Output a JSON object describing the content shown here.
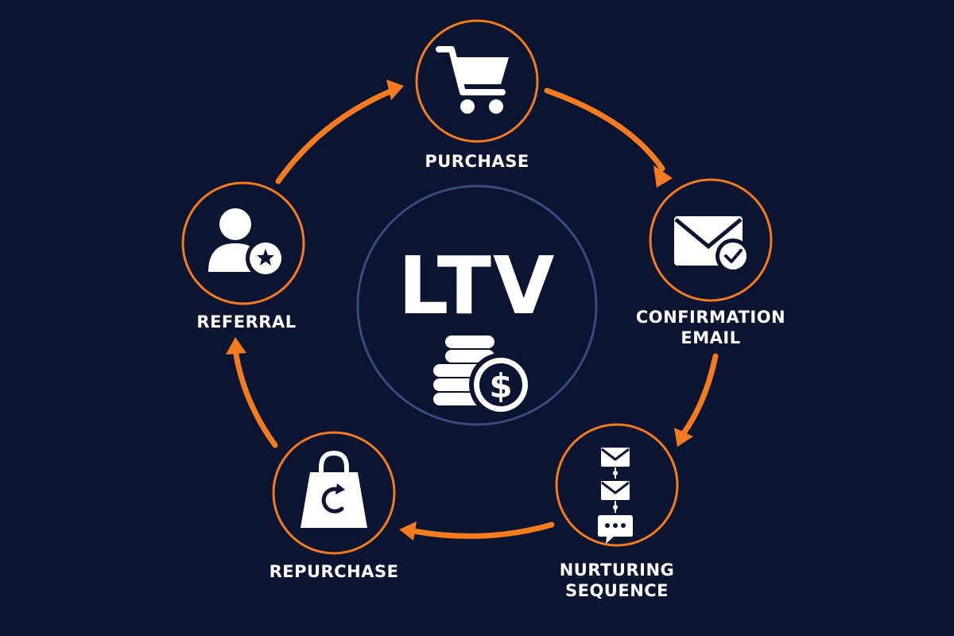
{
  "center": {
    "title": "LTV",
    "icon": "coins-dollar-icon"
  },
  "steps": [
    {
      "id": "purchase",
      "lines": [
        "PURCHASE"
      ],
      "icon": "shopping-cart-icon"
    },
    {
      "id": "confirmation-email",
      "lines": [
        "CONFIRMATION",
        "EMAIL"
      ],
      "icon": "envelope-check-icon"
    },
    {
      "id": "nurturing-sequence",
      "lines": [
        "NURTURING",
        "SEQUENCE"
      ],
      "icon": "email-sequence-icon"
    },
    {
      "id": "repurchase",
      "lines": [
        "REPURCHASE"
      ],
      "icon": "shopping-bag-refresh-icon"
    },
    {
      "id": "referral",
      "lines": [
        "REFERRAL"
      ],
      "icon": "user-star-icon"
    }
  ],
  "colors": {
    "background": "#0b1430",
    "accent": "#f47b20",
    "icon": "#ffffff",
    "center_ring": "#3a4a7a"
  }
}
